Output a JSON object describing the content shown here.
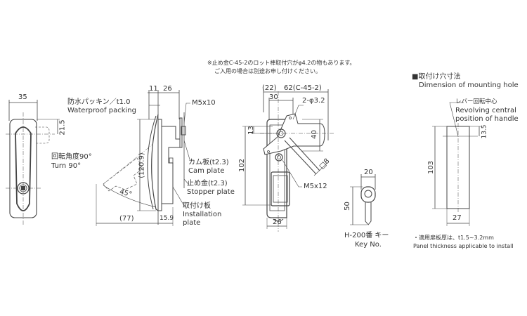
{
  "note": {
    "line1": "※止め金C-45-2のロット棒取付穴がφ4.2の物もあります。",
    "line2": "ご入用の場合は別途お申し付けください。"
  },
  "front_view": {
    "width_dim": "35",
    "offset_dim": "21.5",
    "turn_jp": "回転角度90°",
    "turn_en": "Turn 90°"
  },
  "side_view": {
    "packing_jp": "防水パッキン／t1.0",
    "packing_en": "Waterproof packing",
    "dim_11": "11",
    "dim_26": "26",
    "screw": "M5x10",
    "height_dim": "(120.9)",
    "angle": "45°",
    "swing_dim": "(77)",
    "depth_dim": "15.9",
    "cam_jp": "カム板(t2.3)",
    "cam_en": "Cam plate",
    "stopper_jp": "止め金(t2.3)",
    "stopper_en": "Stopper plate",
    "install_jp": "取付け板",
    "install_en1": "Installation",
    "install_en2": "plate"
  },
  "rear_view": {
    "dim_22": "(22)",
    "dim_62": "62(C-45-2)",
    "dim_30": "30",
    "holes": "2-φ3.2",
    "dim_13": "13",
    "dim_40": "40",
    "dim_102": "102",
    "square": "□8",
    "screw": "M5x12",
    "dim_26": "26"
  },
  "key": {
    "width_dim": "20",
    "length_dim": "50",
    "name_jp": "H-200番 キー",
    "name_en": "Key No."
  },
  "mounting_hole": {
    "title_jp": "■取付け穴寸法",
    "title_en": "Dimension of mounting hole",
    "center_jp": "レバー回転中心",
    "center_en1": "Revolving central",
    "center_en2": "position of handle",
    "dim_13_5": "13.5",
    "dim_103": "103",
    "dim_27": "27",
    "panel_jp": "・適用扉板厚は、t1.5~3.2mm",
    "panel_en": "Panel thickness applicable to install"
  }
}
